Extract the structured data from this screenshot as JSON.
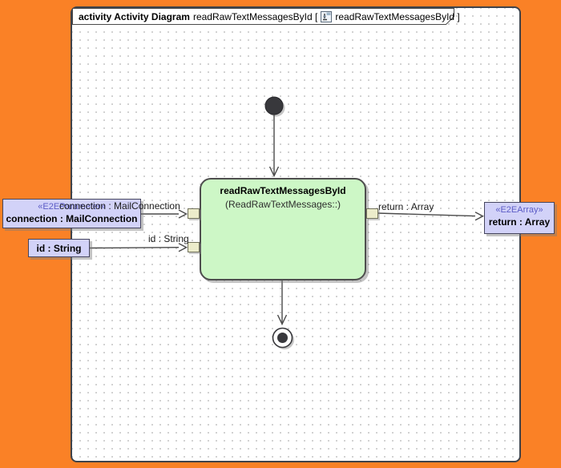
{
  "frame": {
    "keyword": "activity Activity Diagram",
    "name_segment": "readRawTextMessagesById [",
    "ref_segment": "readRawTextMessagesById ]"
  },
  "activity": {
    "name": "readRawTextMessagesById",
    "namespace": "(ReadRawTextMessages::)"
  },
  "nodes": {
    "connection_param": {
      "stereotype": "«E2EParameter»",
      "name": "connection : MailConnection"
    },
    "id_param": {
      "name": "id : String"
    },
    "return_param": {
      "stereotype": "«E2EArray»",
      "name": "return : Array"
    }
  },
  "edge_labels": {
    "connection": "connection : MailConnection",
    "id": "id : String",
    "return_value": "return : Array"
  },
  "colors": {
    "background": "#FA8126",
    "canvas": "#FFFFFF",
    "grid_dot": "#C3C3C3",
    "activity_fill": "#CDF7C6",
    "parameter_fill": "#D2D2F8",
    "pin_fill": "#ECECCB",
    "stereotype_text": "#5C5CC6",
    "edge_stroke": "#4A4A4A"
  }
}
